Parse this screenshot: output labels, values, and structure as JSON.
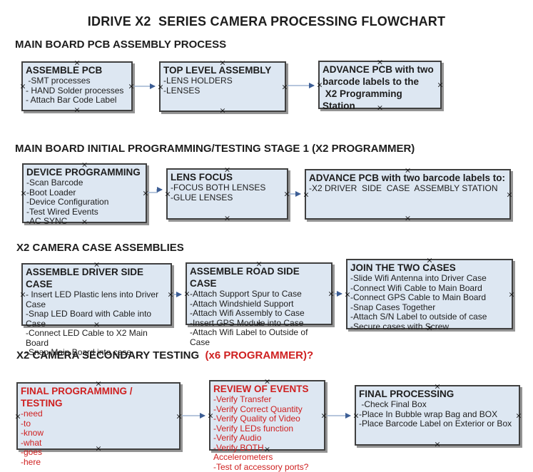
{
  "title": "IDRIVE X2  SERIES CAMERA PROCESSING FLOWCHART",
  "colors": {
    "box_fill": "#dde7f2",
    "box_border": "#404040",
    "box_shadow": "#949494",
    "text": "#1d1d1d",
    "red": "#cf2020",
    "arrow_line": "#9db3d0",
    "arrow_head": "#3d5e95",
    "handle": "#141414"
  },
  "icons": {
    "connection_point": "×"
  },
  "sections": [
    {
      "heading": "MAIN BOARD PCB ASSEMBLY PROCESS",
      "boxes": [
        {
          "title": "ASSEMBLE PCB",
          "lines": [
            " -SMT processes",
            "- HAND Solder processes",
            "- Attach Bar Code Label"
          ]
        },
        {
          "title": "TOP LEVEL ASSEMBLY",
          "lines": [
            "-LENS HOLDERS",
            "-LENSES"
          ]
        },
        {
          "title": "ADVANCE PCB with two barcode labels to the\n X2 Programming Station",
          "lines": []
        }
      ]
    },
    {
      "heading": "MAIN BOARD INITIAL PROGRAMMING/TESTING STAGE 1 (X2 PROGRAMMER)",
      "boxes": [
        {
          "title": "DEVICE PROGRAMMING",
          "lines": [
            "-Scan Barcode",
            "-Boot Loader",
            "-Device Configuration",
            "-Test Wired Events",
            "-AC SYNC"
          ]
        },
        {
          "title": "LENS FOCUS",
          "lines": [
            "-FOCUS BOTH LENSES",
            "-GLUE LENSES"
          ]
        },
        {
          "title": "ADVANCE PCB with two barcode labels to:",
          "lines": [
            "-X2 DRIVER  SIDE  CASE  ASSEMBLY STATION"
          ]
        }
      ]
    },
    {
      "heading": "X2 CAMERA CASE ASSEMBLIES",
      "boxes": [
        {
          "title": "ASSEMBLE DRIVER SIDE CASE",
          "lines": [
            "- Insert LED Plastic lens into Driver Case",
            "-Snap LED Board with Cable into Case",
            "-Connect LED Cable to X2 Main Board",
            "-Snap Main Board into case"
          ]
        },
        {
          "title": "ASSEMBLE ROAD SIDE CASE",
          "lines": [
            "-Attach Support Spur to Case",
            "-Attach Windshield Support",
            "-Attach Wifi Assembly to Case",
            "-Insert GPS Module into Case",
            "-Attach Wifi Label to Outside of Case"
          ]
        },
        {
          "title": "JOIN THE TWO CASES",
          "lines": [
            "-Slide Wifi Antenna into Driver Case",
            "-Connect Wifi Cable to Main Board",
            "-Connect GPS Cable to Main Board",
            "-Snap Cases Together",
            "-Attach S/N Label to outside of case",
            "-Secure cases with Screw"
          ]
        }
      ]
    },
    {
      "heading": "X2 CAMERA SECONDARY TESTING ",
      "heading_suffix": " (x6 PROGRAMMER)?",
      "boxes": [
        {
          "title": "FINAL PROGRAMMING / TESTING",
          "lines": [
            "-need",
            "-to",
            "-know",
            "-what",
            "-goes",
            "-here"
          ]
        },
        {
          "title": "REVIEW OF EVENTS",
          "lines": [
            "-Verify Transfer",
            "-Verify Correct Quantity",
            "-Verify Quality of Video",
            "-Verify LEDs function",
            "-Verify Audio",
            "-Verify BOTH Accelerometers",
            "-Test of accessory ports?"
          ]
        },
        {
          "title": "FINAL PROCESSING",
          "lines": [
            " -Check Final Box",
            "-Place In Bubble wrap Bag and BOX",
            "-Place Barcode Label on Exterior or Box"
          ]
        }
      ]
    }
  ]
}
